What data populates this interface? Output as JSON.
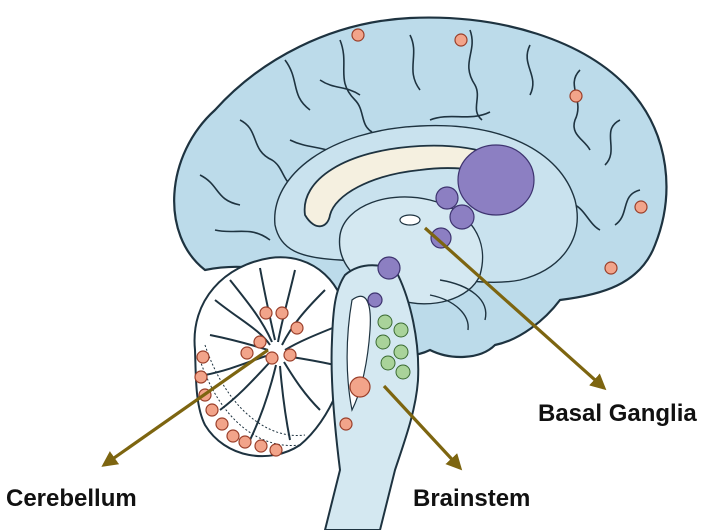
{
  "labels": {
    "basal_ganglia": "Basal Ganglia",
    "cerebellum": "Cerebellum",
    "brainstem": "Brainstem"
  },
  "colors": {
    "cortex": "#bcdbea",
    "outline": "#1e3340",
    "corpus_callosum": "#f5f0e0",
    "inner_region": "#d4e8f1",
    "basal_ganglia_nucleus": "#8c7fc2",
    "brainstem_nucleus": "#a9d39a",
    "lesion_dot": "#f2a48a",
    "arrow": "#7d6510",
    "label_text": "#111111"
  }
}
